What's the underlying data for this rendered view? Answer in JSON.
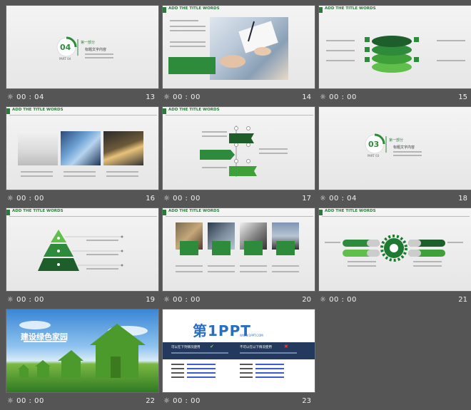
{
  "colors": {
    "green": "#2e8b3c",
    "dark_green": "#1d5e2a",
    "light_green": "#5fbf4a",
    "bg": "#555555"
  },
  "slides": [
    {
      "num": "13",
      "timer": "00 : 04",
      "section_num": "04",
      "part": "PART 04",
      "section_title": "第一部分",
      "section_sub": "标题文字内容"
    },
    {
      "num": "14",
      "timer": "00 : 00",
      "title": "ADD THE TITLE WORDS"
    },
    {
      "num": "15",
      "timer": "00 : 00",
      "title": "ADD THE TITLE WORDS"
    },
    {
      "num": "16",
      "timer": "00 : 00",
      "title": "ADD THE TITLE WORDS"
    },
    {
      "num": "17",
      "timer": "00 : 00",
      "title": "ADD THE TITLE WORDS"
    },
    {
      "num": "18",
      "timer": "00 : 04",
      "section_num": "03",
      "part": "PART 03",
      "section_title": "第一部分",
      "section_sub": "标题文字内容"
    },
    {
      "num": "19",
      "timer": "00 : 00",
      "title": "ADD THE TITLE WORDS"
    },
    {
      "num": "20",
      "timer": "00 : 00",
      "title": "ADD THE TITLE WORDS"
    },
    {
      "num": "21",
      "timer": "00 : 00",
      "title": "ADD THE TITLE WORDS"
    },
    {
      "num": "22",
      "timer": "00 : 00",
      "headline": "建设绿色家园"
    },
    {
      "num": "23",
      "timer": "00 : 00",
      "brand": "第1PPT",
      "site": "WWW.1PPT.COM",
      "line_left": "可以在下列情况使用",
      "line_right": "不可以在以下情况使用"
    }
  ]
}
